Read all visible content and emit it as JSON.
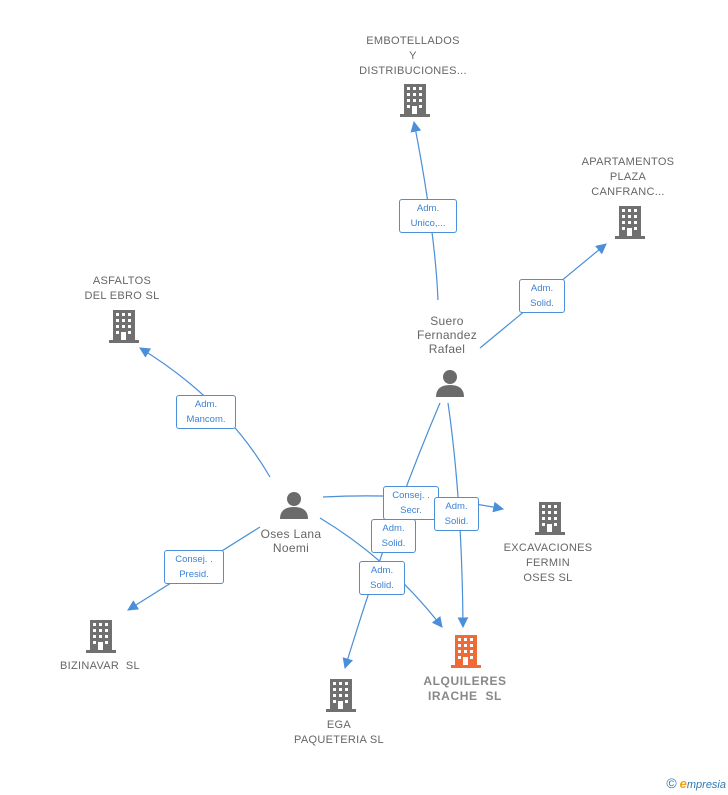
{
  "nodes": {
    "embotellados": {
      "label_lines": [
        "EMBOTELLADOS",
        "Y",
        "DISTRIBUCIONES..."
      ],
      "type": "company"
    },
    "apartamentos": {
      "label_lines": [
        "APARTAMENTOS",
        "PLAZA",
        "CANFRANC..."
      ],
      "type": "company"
    },
    "asfaltos": {
      "label_lines": [
        "ASFALTOS",
        "DEL EBRO SL"
      ],
      "type": "company"
    },
    "suero": {
      "label_lines": [
        "Suero",
        "Fernandez",
        "Rafael"
      ],
      "type": "person"
    },
    "oses": {
      "label_lines": [
        "Oses Lana",
        "Noemi"
      ],
      "type": "person"
    },
    "excavaciones": {
      "label_lines": [
        "EXCAVACIONES",
        "FERMIN",
        "OSES SL"
      ],
      "type": "company"
    },
    "bizinavar": {
      "label_lines": [
        "BIZINAVAR  SL"
      ],
      "type": "company"
    },
    "ega": {
      "label_lines": [
        "EGA",
        "PAQUETERIA SL"
      ],
      "type": "company"
    },
    "alquileres": {
      "label_lines": [
        "ALQUILERES",
        "IRACHE  SL"
      ],
      "type": "company-main"
    }
  },
  "edges": {
    "suero_embotellados": [
      "Adm.",
      "Unico,..."
    ],
    "suero_apartamentos": [
      "Adm.",
      "Solid."
    ],
    "oses_asfaltos": [
      "Adm.",
      "Mancom."
    ],
    "oses_excavaciones": [
      "Consej. .",
      "Secr."
    ],
    "suero_excavaciones": [
      "Adm.",
      "Solid."
    ],
    "suero_ega": [
      "Adm.",
      "Solid."
    ],
    "oses_alquileres": [
      "Adm.",
      "Solid."
    ],
    "oses_bizinavar": [
      "Consej. .",
      "Presid."
    ]
  },
  "colors": {
    "edge": "#4a8fd8",
    "company_icon": "#707070",
    "main_icon": "#f06a35",
    "person_icon": "#6b6b6b"
  },
  "footer": {
    "copyright": "©",
    "brand_first": "e",
    "brand_rest": "mpresia"
  }
}
